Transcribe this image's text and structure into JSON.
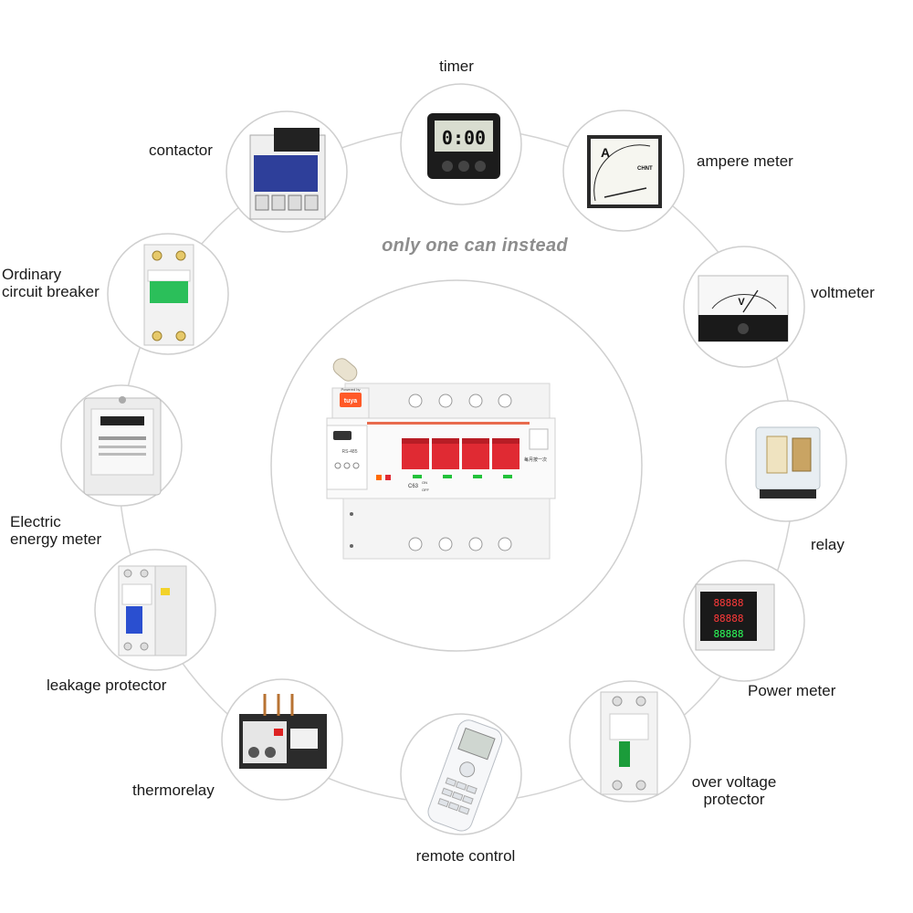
{
  "tagline": "only one can instead",
  "device": {
    "badge_top": "Powered by",
    "badge_brand": "tuya",
    "model": "RS-485",
    "rating": "C63",
    "on_label": "ON",
    "off_label": "OFF",
    "chinese_note": "每月按一次"
  },
  "items": [
    {
      "id": "timer",
      "label": "timer"
    },
    {
      "id": "ampere-meter",
      "label": "ampere meter"
    },
    {
      "id": "voltmeter",
      "label": "voltmeter"
    },
    {
      "id": "relay",
      "label": "relay"
    },
    {
      "id": "power-meter",
      "label": "Power meter"
    },
    {
      "id": "over-voltage-protector",
      "label": "over voltage\nprotector"
    },
    {
      "id": "remote-control",
      "label": "remote control"
    },
    {
      "id": "thermorelay",
      "label": "thermorelay"
    },
    {
      "id": "leakage-protector",
      "label": "leakage protector"
    },
    {
      "id": "electric-energy-meter",
      "label": "Electric\nenergy meter"
    },
    {
      "id": "ordinary-circuit-breaker",
      "label": "Ordinary\ncircuit breaker"
    },
    {
      "id": "contactor",
      "label": "contactor"
    }
  ],
  "icon_text": {
    "timer_display": "0:00",
    "ampere_unit": "A",
    "volt_unit": "V",
    "meter_digits": "88888",
    "brand_chint": "CHNT"
  }
}
